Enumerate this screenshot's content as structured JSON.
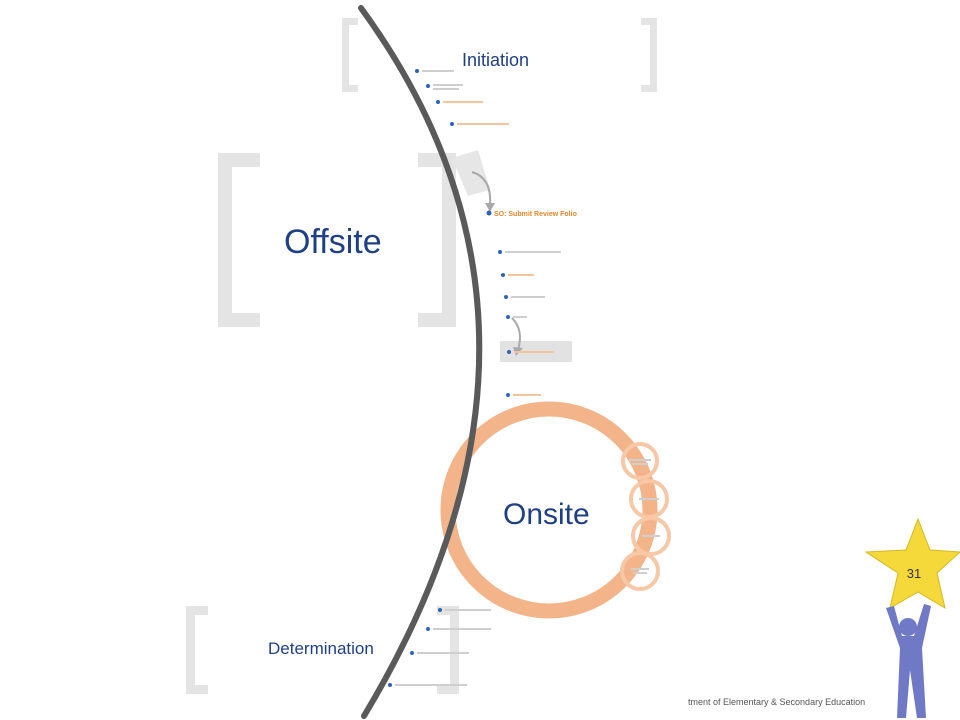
{
  "diagram": {
    "sections": {
      "initiation": "Initiation",
      "offsite": "Offsite",
      "onsite": "Onsite",
      "determination": "Determination"
    },
    "timeline_step_bold": "SO: Submit Review Folio",
    "colors": {
      "title_blue": "#1f3f86",
      "arc_gray": "#5a5a5a",
      "onsite_ring": "#f4b48a",
      "bracket_gray": "#e4e4e4",
      "dot_blue": "#2e63b8",
      "step_orange": "#e8862b",
      "star_yellow": "#f5d83a",
      "figure_blue": "#6f79c6"
    }
  },
  "footer": {
    "organization": "tment of Elementary & Secondary Education"
  },
  "page": {
    "number": "31"
  }
}
